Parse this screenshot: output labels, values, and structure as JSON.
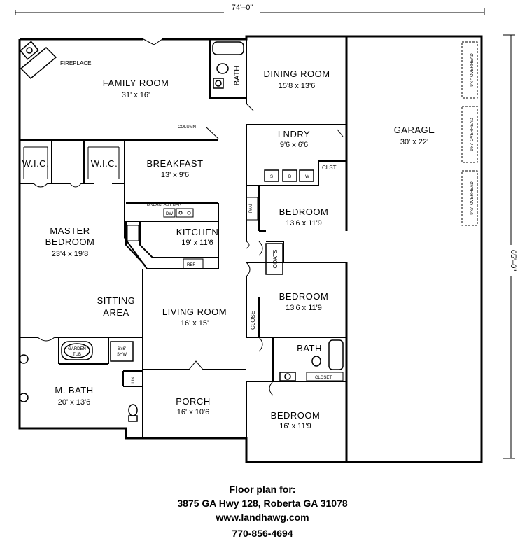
{
  "dimensions": {
    "width_overall": "74'–0\"",
    "depth_overall": "65'–0\""
  },
  "rooms": {
    "family": {
      "name": "FAMILY ROOM",
      "dim": "31' x 16'"
    },
    "fireplace": "FIREPLACE",
    "bath_top": "BATH",
    "dining": {
      "name": "DINING ROOM",
      "dim": "15'8 x 13'6"
    },
    "laundry": {
      "name": "LNDRY",
      "dim": "9'6 x 6'6"
    },
    "clst": "CLST",
    "garage": {
      "name": "GARAGE",
      "dim": "30' x 22'"
    },
    "garage_doors": [
      "9'x7' OVERHEAD",
      "9'x7' OVERHEAD",
      "9'x7' OVERHEAD"
    ],
    "column": "COLUMN",
    "wic1": "W.I.C.",
    "wic2": "W.I.C.",
    "breakfast": {
      "name": "BREAKFAST",
      "dim": "13' x 9'6"
    },
    "breakfast_bar": "BREAKFAST BAR",
    "dw": "DW",
    "pan": "PAN",
    "kitchen": {
      "name": "KITCHEN",
      "dim": "19' x 11'6"
    },
    "ref": "REF",
    "master": {
      "name1": "MASTER",
      "name2": "BEDROOM",
      "dim": "23'4 x 19'8"
    },
    "sitting": {
      "name1": "SITTING",
      "name2": "AREA"
    },
    "bed1": {
      "name": "BEDROOM",
      "dim": "13'6 x 11'9"
    },
    "coats": "COATS",
    "bed2": {
      "name": "BEDROOM",
      "dim": "13'6 x 11'9"
    },
    "closet": "CLOSET",
    "living": {
      "name": "LIVING ROOM",
      "dim": "16' x 15'"
    },
    "bath2": "BATH",
    "closet2": "CLOSET",
    "garden_tub": {
      "line1": "GARDEN",
      "line2": "TUB"
    },
    "shower": {
      "line1": "6'x6'",
      "line2": "SHW"
    },
    "lin": "LIN",
    "mbath": {
      "name": "M. BATH",
      "dim": "20' x 13'6"
    },
    "porch": {
      "name": "PORCH",
      "dim": "16' x 10'6"
    },
    "bed3": {
      "name": "BEDROOM",
      "dim": "16' x 11'9"
    },
    "washer_labels": [
      "S",
      "D",
      "W"
    ]
  },
  "caption": {
    "line1": "Floor plan for:",
    "line2": "3875 GA Hwy 128, Roberta GA 31078",
    "line3": "www.landhawg.com",
    "line4": "770-856-4694"
  }
}
